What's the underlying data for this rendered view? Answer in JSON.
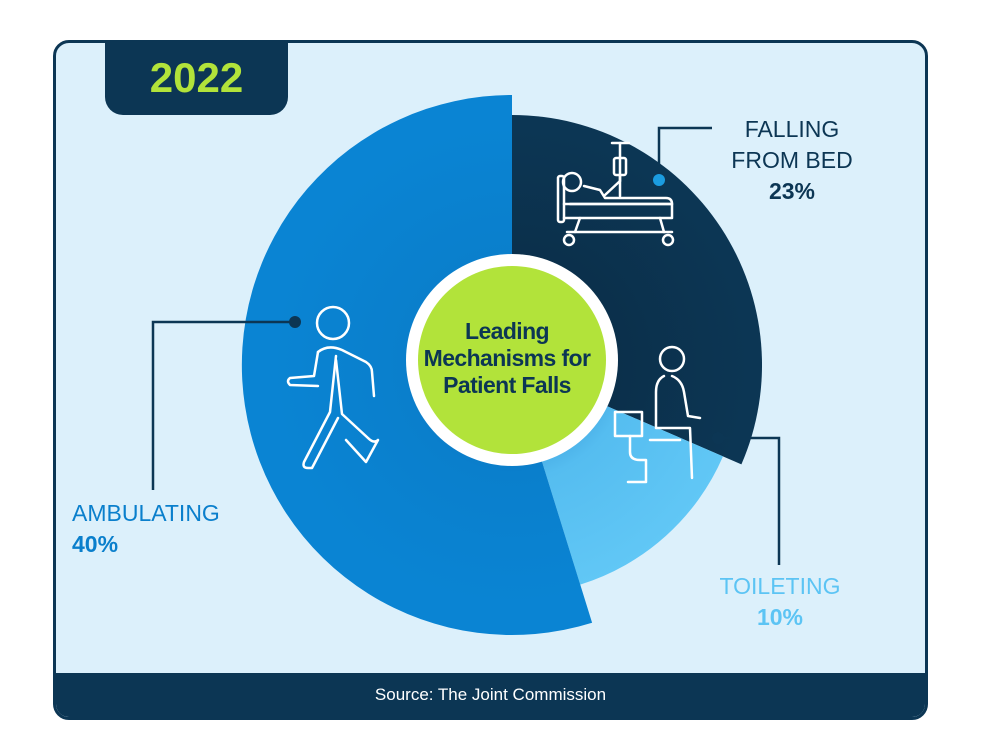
{
  "badge": {
    "year": "2022"
  },
  "center": {
    "title": "Leading Mechanisms for Patient Falls"
  },
  "footer": {
    "source": "Source: The Joint Commission"
  },
  "colors": {
    "dark_navy": "#0c3654",
    "light_blue": "#5cc4f4",
    "mid_blue": "#0a7fcc",
    "lime": "#b2e33a",
    "background": "#dcf0fb"
  },
  "chart_data": {
    "type": "pie",
    "title": "Leading Mechanisms for Patient Falls",
    "slices": [
      {
        "label_lines": [
          "FALLING",
          "FROM BED"
        ],
        "value": 23,
        "value_label": "23%",
        "color": "#0c3654",
        "icon": "hospital-bed-icon"
      },
      {
        "label_lines": [
          "TOILETING"
        ],
        "value": 10,
        "value_label": "10%",
        "color": "#5cc4f4",
        "icon": "toilet-icon"
      },
      {
        "label_lines": [
          "AMBULATING"
        ],
        "value": 40,
        "value_label": "40%",
        "color": "#0a7fcc",
        "icon": "walking-person-icon"
      }
    ]
  }
}
